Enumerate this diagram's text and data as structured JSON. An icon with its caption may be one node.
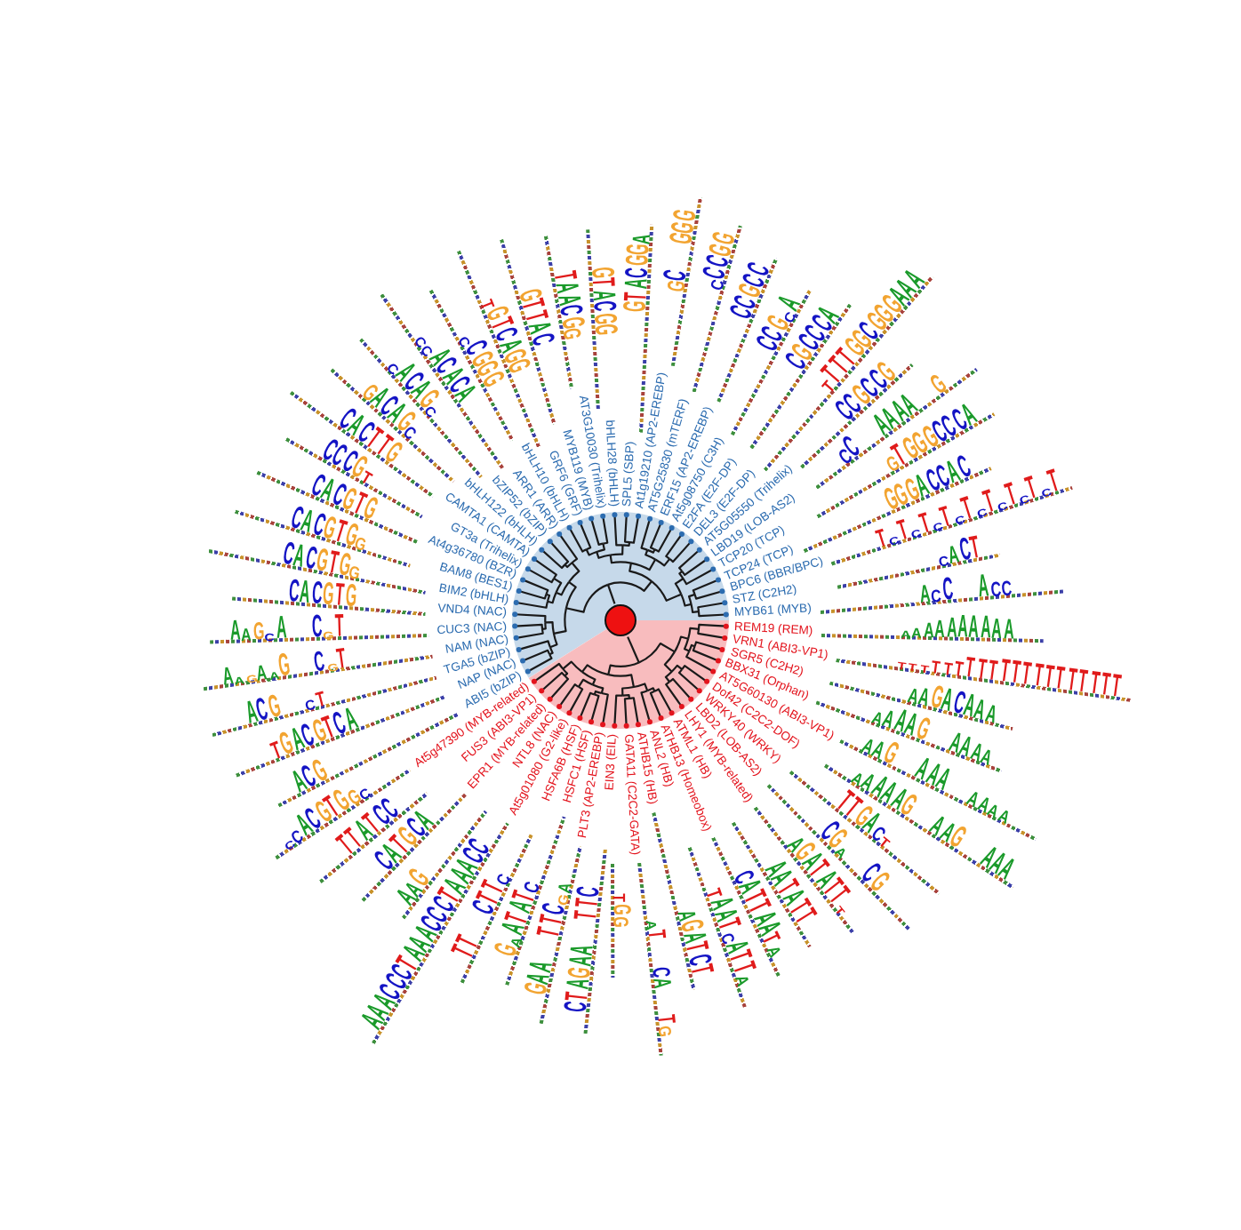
{
  "diagram": {
    "nodes": [
      {
        "text": [],
        "shape": "circle"
      },
      {
        "text": [
          "ABI5 (bZIP)"
        ]
      },
      {
        "text": [
          "NAP (NAC)"
        ]
      },
      {
        "text": [
          "TGA5 (bZIP)"
        ]
      },
      {
        "text": [
          "NAM (NAC)"
        ]
      },
      {
        "text": [
          "CUC3 (NAC)"
        ]
      },
      {
        "text": [
          "VND4 (NAC)"
        ]
      },
      {
        "text": [
          "BIM2 (bHLH)"
        ]
      },
      {
        "text": [
          "BAM8 (BES1)"
        ]
      },
      {
        "text": [
          "At4g36780 (BZR)"
        ]
      },
      {
        "text": [
          "GT3a (Trihelix)"
        ]
      },
      {
        "text": [
          "CAMTA1 (CAMTA)"
        ]
      },
      {
        "text": [
          "bHLH122 (bHLH)"
        ]
      },
      {
        "text": [
          "bZIP52 (bZIP)"
        ]
      },
      {
        "text": [
          "ARR1 (ARR)"
        ]
      },
      {
        "text": [
          "bHLH10 (bHLH)"
        ]
      },
      {
        "text": [
          "GRF6 (GRF)"
        ]
      },
      {
        "text": [
          "MYB119 (MYB)"
        ]
      },
      {
        "text": [
          "AT3G10030 (Trihelix)"
        ]
      },
      {
        "text": [
          "bHLH28 (bHLH)"
        ]
      },
      {
        "text": [
          "SPL5 (SBP)"
        ]
      },
      {
        "text": [
          "At1g19210 (AP2-EREBP)"
        ]
      },
      {
        "text": [
          "AT5G25830 (mTERF)"
        ]
      },
      {
        "text": [
          "ERF15 (AP2-EREBP)"
        ]
      },
      {
        "text": [
          "At5g08750 (C3H)"
        ]
      },
      {
        "text": [
          "E2FA (E2F-DP)"
        ]
      },
      {
        "text": [
          "DEL3 (E2F-DP)"
        ]
      },
      {
        "text": [
          "AT5G05550 (Trihelix)"
        ]
      },
      {
        "text": [
          "LBD19 (LOB-AS2)"
        ]
      },
      {
        "text": [
          "TCP20 (TCP)"
        ]
      },
      {
        "text": [
          "TCP24 (TCP)"
        ]
      },
      {
        "text": [
          "BPC6 (BBR/BPC)"
        ]
      },
      {
        "text": [
          "STZ (C2H2)"
        ]
      },
      {
        "text": [
          "MYB61 (MYB)"
        ]
      },
      {
        "text": [
          "REM19 (REM)"
        ]
      },
      {
        "text": [
          "VRN1 (ABI3-VP1)"
        ]
      },
      {
        "text": [
          "SGR5 (C2H2)"
        ]
      },
      {
        "text": [
          "BBX31 (Orphan)"
        ]
      },
      {
        "text": [
          "AT5G60130 (ABI3-VP1)"
        ]
      },
      {
        "text": [
          "Dof42 (C2C2-DOF)"
        ]
      },
      {
        "text": [
          "WRKY40 (WRKY)"
        ]
      },
      {
        "text": [
          "LBD2 (LOB-AS2)"
        ]
      },
      {
        "text": [
          "LHY1 (MYB-related)"
        ]
      },
      {
        "text": [
          "ATML1 (HB)"
        ]
      },
      {
        "text": [
          "ATHB13 (Homeobox)"
        ]
      },
      {
        "text": [
          "ANL2 (HB)"
        ]
      },
      {
        "text": [
          "ATHB15 (HB)"
        ]
      },
      {
        "text": [
          "GATA11 (C2C2-GATA)"
        ]
      },
      {
        "text": [
          "EIN3 (EIL)"
        ]
      },
      {
        "text": [
          "PLT3 (AP2-EREBP)"
        ]
      },
      {
        "text": [
          "HSFC1 (HSF)"
        ]
      },
      {
        "text": [
          "HSFA6B (HSF)"
        ]
      },
      {
        "text": [
          "At5g01080 (G2-like)"
        ]
      },
      {
        "text": [
          "NTL8 (NAC)"
        ]
      },
      {
        "text": [
          "EPR1 (MYB-related)"
        ]
      },
      {
        "text": [
          "FUS3 (ABI3-VP1)"
        ]
      },
      {
        "text": [
          "At5g47390 (MYB-related)"
        ]
      }
    ],
    "edges": [
      {
        "from": 0,
        "to": 1,
        "arrow": "other"
      },
      {
        "from": 0,
        "to": 2,
        "arrow": "other"
      },
      {
        "from": 0,
        "to": 3,
        "arrow": "other"
      },
      {
        "from": 0,
        "to": 4,
        "arrow": "other"
      },
      {
        "from": 0,
        "to": 5,
        "arrow": "other"
      },
      {
        "from": 0,
        "to": 6,
        "arrow": "other"
      },
      {
        "from": 0,
        "to": 7,
        "arrow": "other"
      },
      {
        "from": 0,
        "to": 8,
        "arrow": "other"
      },
      {
        "from": 0,
        "to": 9,
        "arrow": "other"
      },
      {
        "from": 0,
        "to": 10,
        "arrow": "other"
      },
      {
        "from": 0,
        "to": 11,
        "arrow": "other"
      },
      {
        "from": 0,
        "to": 12,
        "arrow": "other"
      },
      {
        "from": 0,
        "to": 13,
        "arrow": "other"
      },
      {
        "from": 0,
        "to": 14,
        "arrow": "other"
      },
      {
        "from": 0,
        "to": 15,
        "arrow": "other"
      },
      {
        "from": 0,
        "to": 16,
        "arrow": "other"
      },
      {
        "from": 0,
        "to": 17,
        "arrow": "other"
      },
      {
        "from": 0,
        "to": 18,
        "arrow": "other"
      },
      {
        "from": 0,
        "to": 19,
        "arrow": "other"
      },
      {
        "from": 0,
        "to": 20,
        "arrow": "other"
      },
      {
        "from": 0,
        "to": 21,
        "arrow": "other"
      },
      {
        "from": 0,
        "to": 22,
        "arrow": "other"
      },
      {
        "from": 0,
        "to": 23,
        "arrow": "other"
      },
      {
        "from": 0,
        "to": 24,
        "arrow": "other"
      },
      {
        "from": 0,
        "to": 25,
        "arrow": "other"
      },
      {
        "from": 0,
        "to": 26,
        "arrow": "other"
      },
      {
        "from": 0,
        "to": 27,
        "arrow": "other"
      },
      {
        "from": 0,
        "to": 28,
        "arrow": "other"
      },
      {
        "from": 0,
        "to": 29,
        "arrow": "other"
      },
      {
        "from": 0,
        "to": 30,
        "arrow": "other"
      },
      {
        "from": 0,
        "to": 31,
        "arrow": "other"
      },
      {
        "from": 0,
        "to": 32,
        "arrow": "other"
      },
      {
        "from": 0,
        "to": 33,
        "arrow": "other"
      },
      {
        "from": 0,
        "to": 34,
        "arrow": "other"
      },
      {
        "from": 0,
        "to": 35,
        "arrow": "other"
      },
      {
        "from": 0,
        "to": 36,
        "arrow": "other"
      },
      {
        "from": 0,
        "to": 37,
        "arrow": "other"
      },
      {
        "from": 0,
        "to": 38,
        "arrow": "other"
      },
      {
        "from": 0,
        "to": 39,
        "arrow": "other"
      },
      {
        "from": 0,
        "to": 40,
        "arrow": "other"
      },
      {
        "from": 0,
        "to": 41,
        "arrow": "other"
      },
      {
        "from": 0,
        "to": 42,
        "arrow": "other"
      },
      {
        "from": 0,
        "to": 43,
        "arrow": "other"
      },
      {
        "from": 0,
        "to": 44,
        "arrow": "other"
      },
      {
        "from": 0,
        "to": 45,
        "arrow": "other"
      },
      {
        "from": 0,
        "to": 46,
        "arrow": "other"
      },
      {
        "from": 0,
        "to": 47,
        "arrow": "other"
      },
      {
        "from": 0,
        "to": 48,
        "arrow": "other"
      },
      {
        "from": 0,
        "to": 49,
        "arrow": "other"
      },
      {
        "from": 0,
        "to": 50,
        "arrow": "other"
      },
      {
        "from": 0,
        "to": 51,
        "arrow": "other"
      },
      {
        "from": 0,
        "to": 52,
        "arrow": "other"
      },
      {
        "from": 0,
        "to": 53,
        "arrow": "other"
      },
      {
        "from": 0,
        "to": 54,
        "arrow": "other"
      },
      {
        "from": 0,
        "to": 55,
        "arrow": "other"
      },
      {
        "from": 0,
        "to": 56,
        "arrow": "other"
      }
    ],
    "labels": [
      "ACG",
      "TGACGTCA",
      "ACG CT",
      "AAGAAG CGT",
      "AAGCA CGT",
      "CACGTG",
      "CACGTGG",
      "CACGTGG",
      "CACGTG",
      "CCCGT",
      "CACTTG",
      "GACAGC",
      "CACAGC",
      "CCACACA",
      "CCGGG",
      "TGTCAGG",
      "GTTAC",
      "TAACGG",
      "GTACGG",
      "GTACGGA",
      "GC GGG",
      "CCCGG",
      "CCGCC",
      "CCGCA",
      "CGCCCA",
      "TTTTGGCGGGAAA",
      "CCGCCG",
      "CC AAAA G",
      "GTGGGCCCA",
      "GGGACCAC",
      "TCTCTCTCTCTCTCTCT",
      "CACT",
      "ACC ACC",
      "AAAAAAAAAA",
      "TTTTTTTTTTTTTTTTTTTT",
      "AAGACAAA",
      "AAAAG AAAA",
      "AAG AAA AAAA",
      "AAAAAG AAG AAA",
      "TTGACT",
      "CGA CG",
      "AGATATTT",
      "AATATT",
      "CATTAATA",
      "TAATCATTA",
      "AGATCT",
      "AT CA TG",
      "TGG",
      "CTAGAA TTC",
      "GAA TTCGA",
      "GAATATC",
      "TT CTTC",
      "AAACCCTAAACCCTAAACC",
      "AAG",
      "CATGCA",
      "TTATCC",
      "CCACGTGGC"
    ]
  }
}
